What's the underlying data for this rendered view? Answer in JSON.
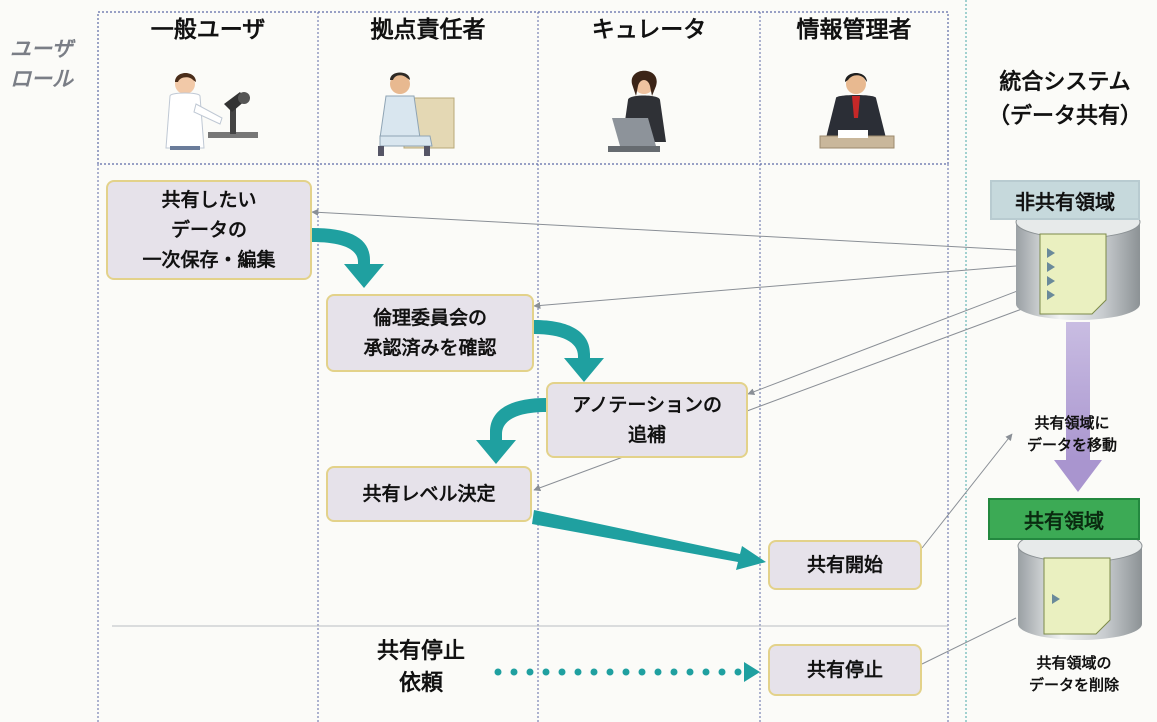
{
  "role_label": "ユーザ\nロール",
  "columns": [
    {
      "title": "一般ユーザ",
      "icon": "scientist-microscope-icon"
    },
    {
      "title": "拠点責任者",
      "icon": "doctor-seated-icon"
    },
    {
      "title": "キュレータ",
      "icon": "woman-laptop-icon"
    },
    {
      "title": "情報管理者",
      "icon": "businessman-desk-icon"
    }
  ],
  "integrated_system": {
    "title_line1": "統合システム",
    "title_line2": "（データ共有）",
    "non_shared_label": "非共有領域",
    "shared_label": "共有領域",
    "move_note": "共有領域に\nデータを移動",
    "delete_note": "共有領域の\nデータを削除"
  },
  "steps": [
    {
      "id": "save_edit",
      "label": "共有したい\nデータの\n一次保存・編集"
    },
    {
      "id": "ethics",
      "label": "倫理委員会の\n承認済みを確認"
    },
    {
      "id": "annotation",
      "label": "アノテーションの\n追補"
    },
    {
      "id": "level",
      "label": "共有レベル決定"
    },
    {
      "id": "start",
      "label": "共有開始"
    },
    {
      "id": "stop",
      "label": "共有停止"
    }
  ],
  "stop_request": "共有停止\n依頼",
  "colors": {
    "teal": "#1fa0a0",
    "step_fill": "#e6e2ea",
    "step_border": "#e3d28a",
    "non_shared_fill": "#c6d9dc",
    "shared_fill": "#3caa55",
    "purple_arrow": "#b9a8d6",
    "grid_blue": "#5c6aa6"
  }
}
